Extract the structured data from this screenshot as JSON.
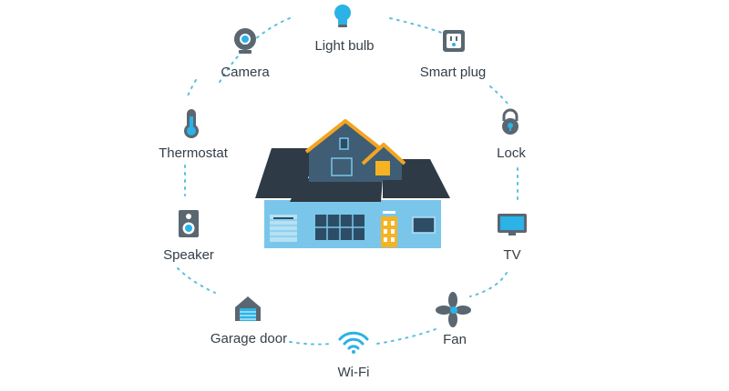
{
  "devices": {
    "light_bulb": "Light bulb",
    "camera": "Camera",
    "smart_plug": "Smart plug",
    "thermostat": "Thermostat",
    "lock": "Lock",
    "speaker": "Speaker",
    "tv": "TV",
    "garage_door": "Garage door",
    "fan": "Fan",
    "wifi": "Wi-Fi"
  },
  "colors": {
    "accent_blue": "#2bb2e6",
    "icon_gray": "#5a6670",
    "roof_dark": "#2e3a45",
    "house_wall": "#79c6ea",
    "window_dark": "#2d4d66",
    "trim_orange": "#f3a521",
    "door_orange": "#f5b323",
    "dotted_line": "#5bc0de"
  }
}
